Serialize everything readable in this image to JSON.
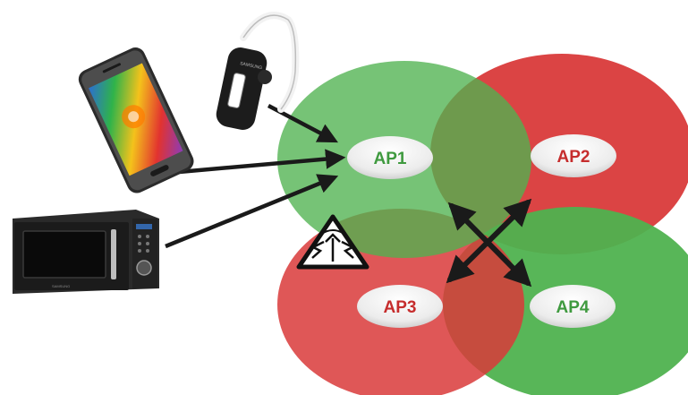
{
  "access_points": [
    {
      "id": "ap1",
      "label": "AP1",
      "zone_color": "#4fb24f",
      "label_color": "#3f9a3f"
    },
    {
      "id": "ap2",
      "label": "AP2",
      "zone_color": "#d93a3a",
      "label_color": "#c62d2d"
    },
    {
      "id": "ap3",
      "label": "AP3",
      "zone_color": "#d93a3a",
      "label_color": "#c62d2d"
    },
    {
      "id": "ap4",
      "label": "AP4",
      "zone_color": "#4fb24f",
      "label_color": "#3f9a3f"
    }
  ],
  "interference_sources": [
    {
      "name": "bluetooth-headset",
      "brand": "SAMSUNG"
    },
    {
      "name": "smartphone"
    },
    {
      "name": "microwave-oven",
      "brand": "SAMSUNG"
    }
  ],
  "warning": {
    "icon": "interference-warning-icon"
  },
  "channel_conflict": {
    "icon": "bidirectional-cross-arrows-icon"
  },
  "colors": {
    "green": "#4fb24f",
    "red": "#d93a3a",
    "arrow": "#1a1a1a",
    "pill": "#efefef"
  }
}
